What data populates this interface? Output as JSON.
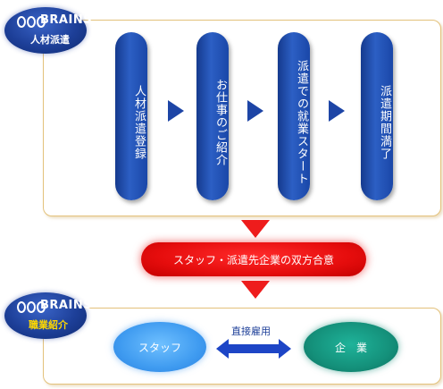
{
  "badge1": {
    "brand": "BRAINS",
    "label": "人材派遣"
  },
  "badge2": {
    "brand": "BRAINS",
    "label": "職業紹介"
  },
  "steps": [
    "人材派遣登録",
    "お仕事のご紹介",
    "派遣での就業スタート",
    "派遣期間満了"
  ],
  "agreement": "スタッフ・派遣先企業の双方合意",
  "direct_hire_label": "直接雇用",
  "staff_label": "スタッフ",
  "company_label": "企　業",
  "colors": {
    "pill": "#1d45a6",
    "agree": "#e60d0d",
    "staff": "#3f9bf0",
    "company": "#1a8f7a",
    "panel_border": "#e3c27c"
  }
}
